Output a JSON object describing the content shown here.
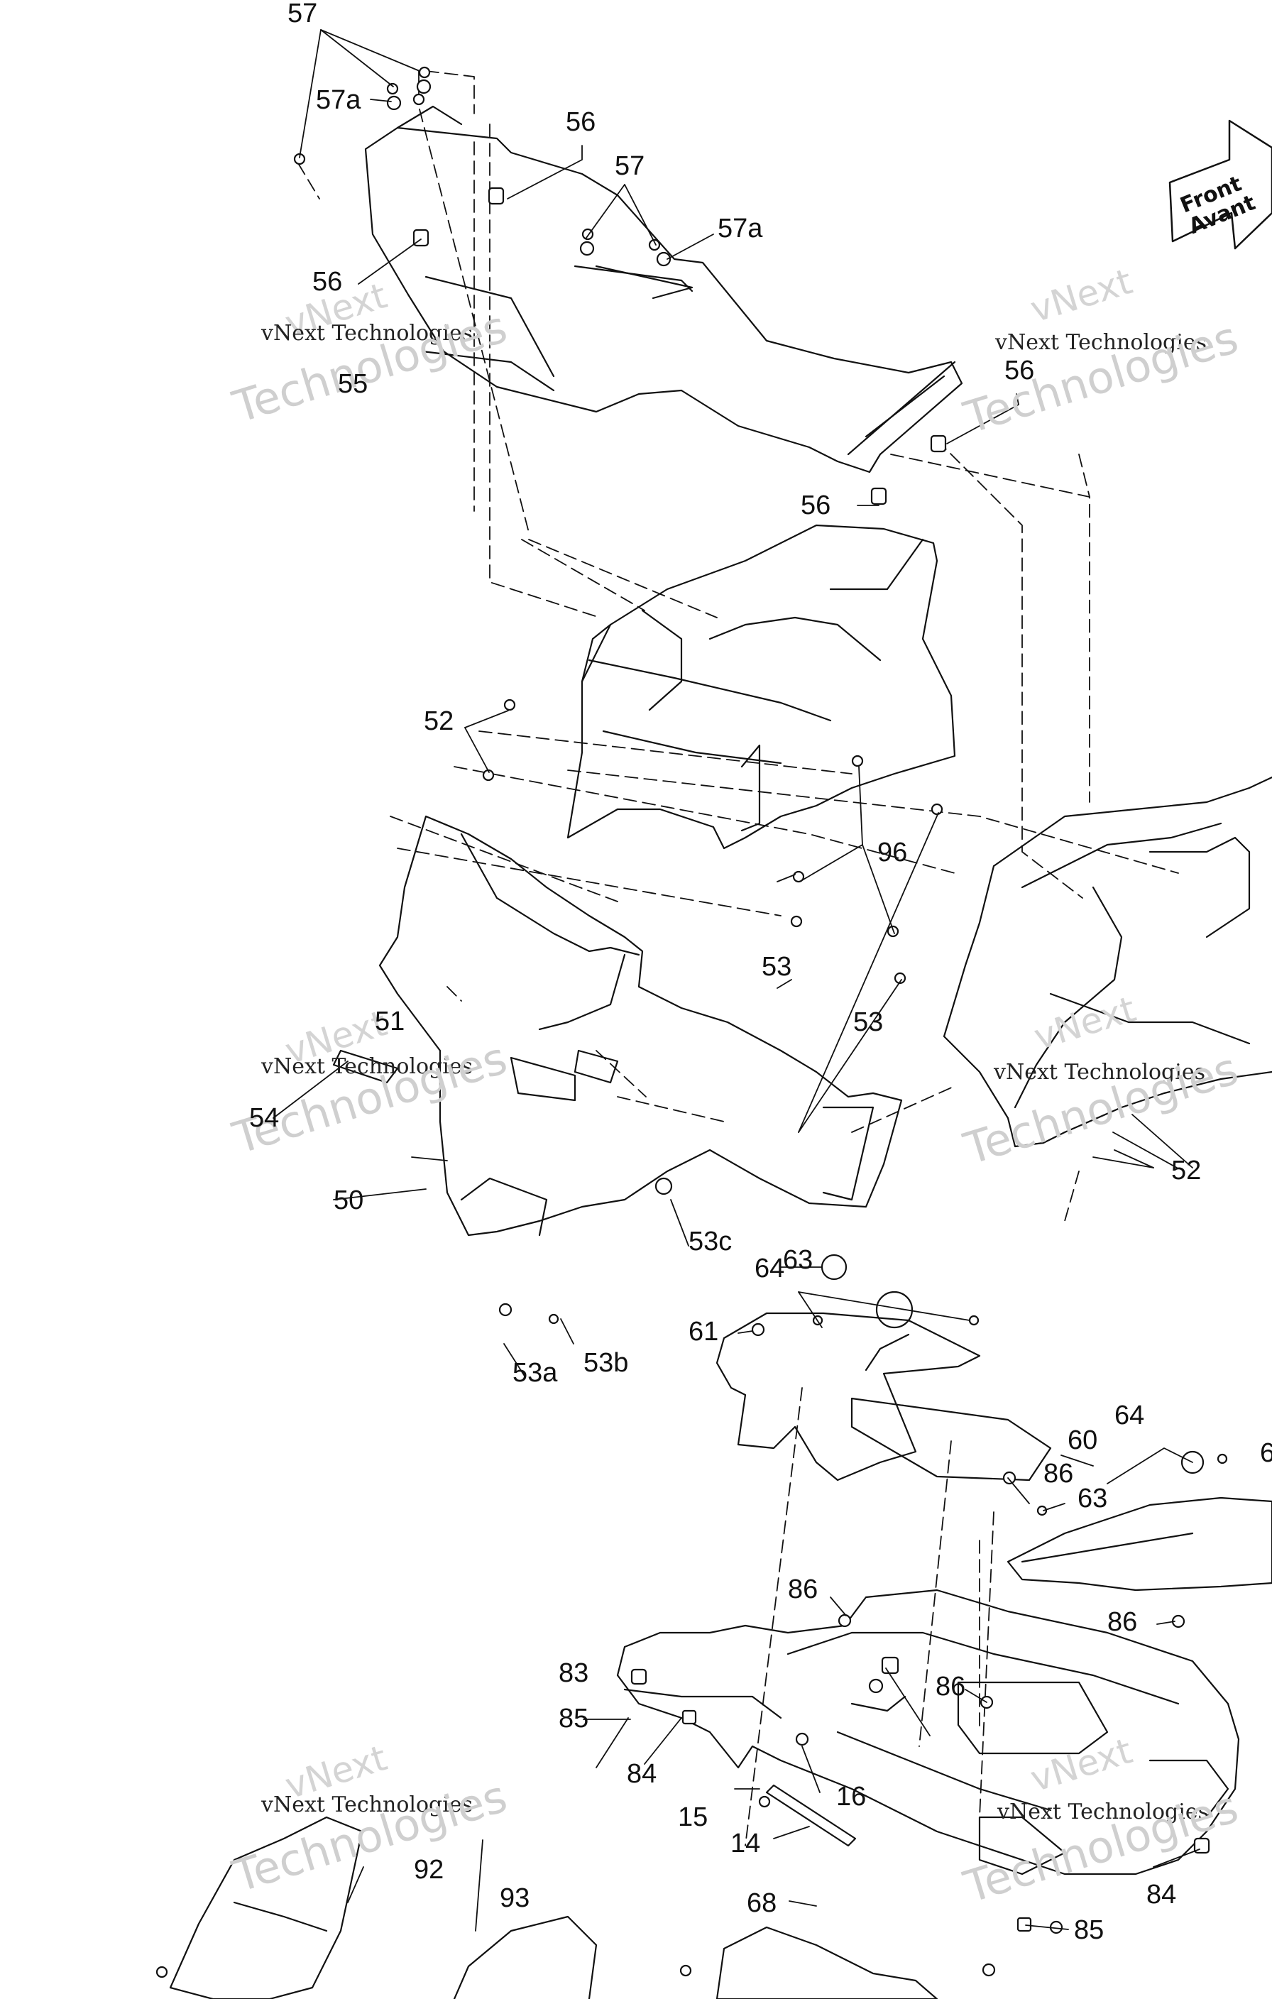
{
  "front_arrow": {
    "line1": "Front",
    "line2": "Avant"
  },
  "watermark": {
    "brand": "vNext Technologies",
    "large": "Technologies",
    "top": "vNext"
  },
  "callouts": {
    "c57_top": "57",
    "c57a_left": "57a",
    "c56_upper": "56",
    "c57_mid": "57",
    "c57a_right": "57a",
    "c56_left": "56",
    "c55": "55",
    "c56_right": "56",
    "c56_lower": "56",
    "c52_left": "52",
    "c96": "96",
    "c53_a": "53",
    "c53_b": "53",
    "c51": "51",
    "c54": "54",
    "c50": "50",
    "c52_right": "52",
    "c53c": "53c",
    "c64_a": "64",
    "c63_a": "63",
    "c61": "61",
    "c53a": "53a",
    "c53b": "53b",
    "c60": "60",
    "c64_b": "64",
    "c6x": "6",
    "c86_a": "86",
    "c63_b": "63",
    "c86_b": "86",
    "c86_c": "86",
    "c83": "83",
    "c86_d": "86",
    "c85_a": "85",
    "c84_a": "84",
    "c15": "15",
    "c16": "16",
    "c14": "14",
    "c92": "92",
    "c93": "93",
    "c68": "68",
    "c84_b": "84",
    "c85_b": "85"
  }
}
